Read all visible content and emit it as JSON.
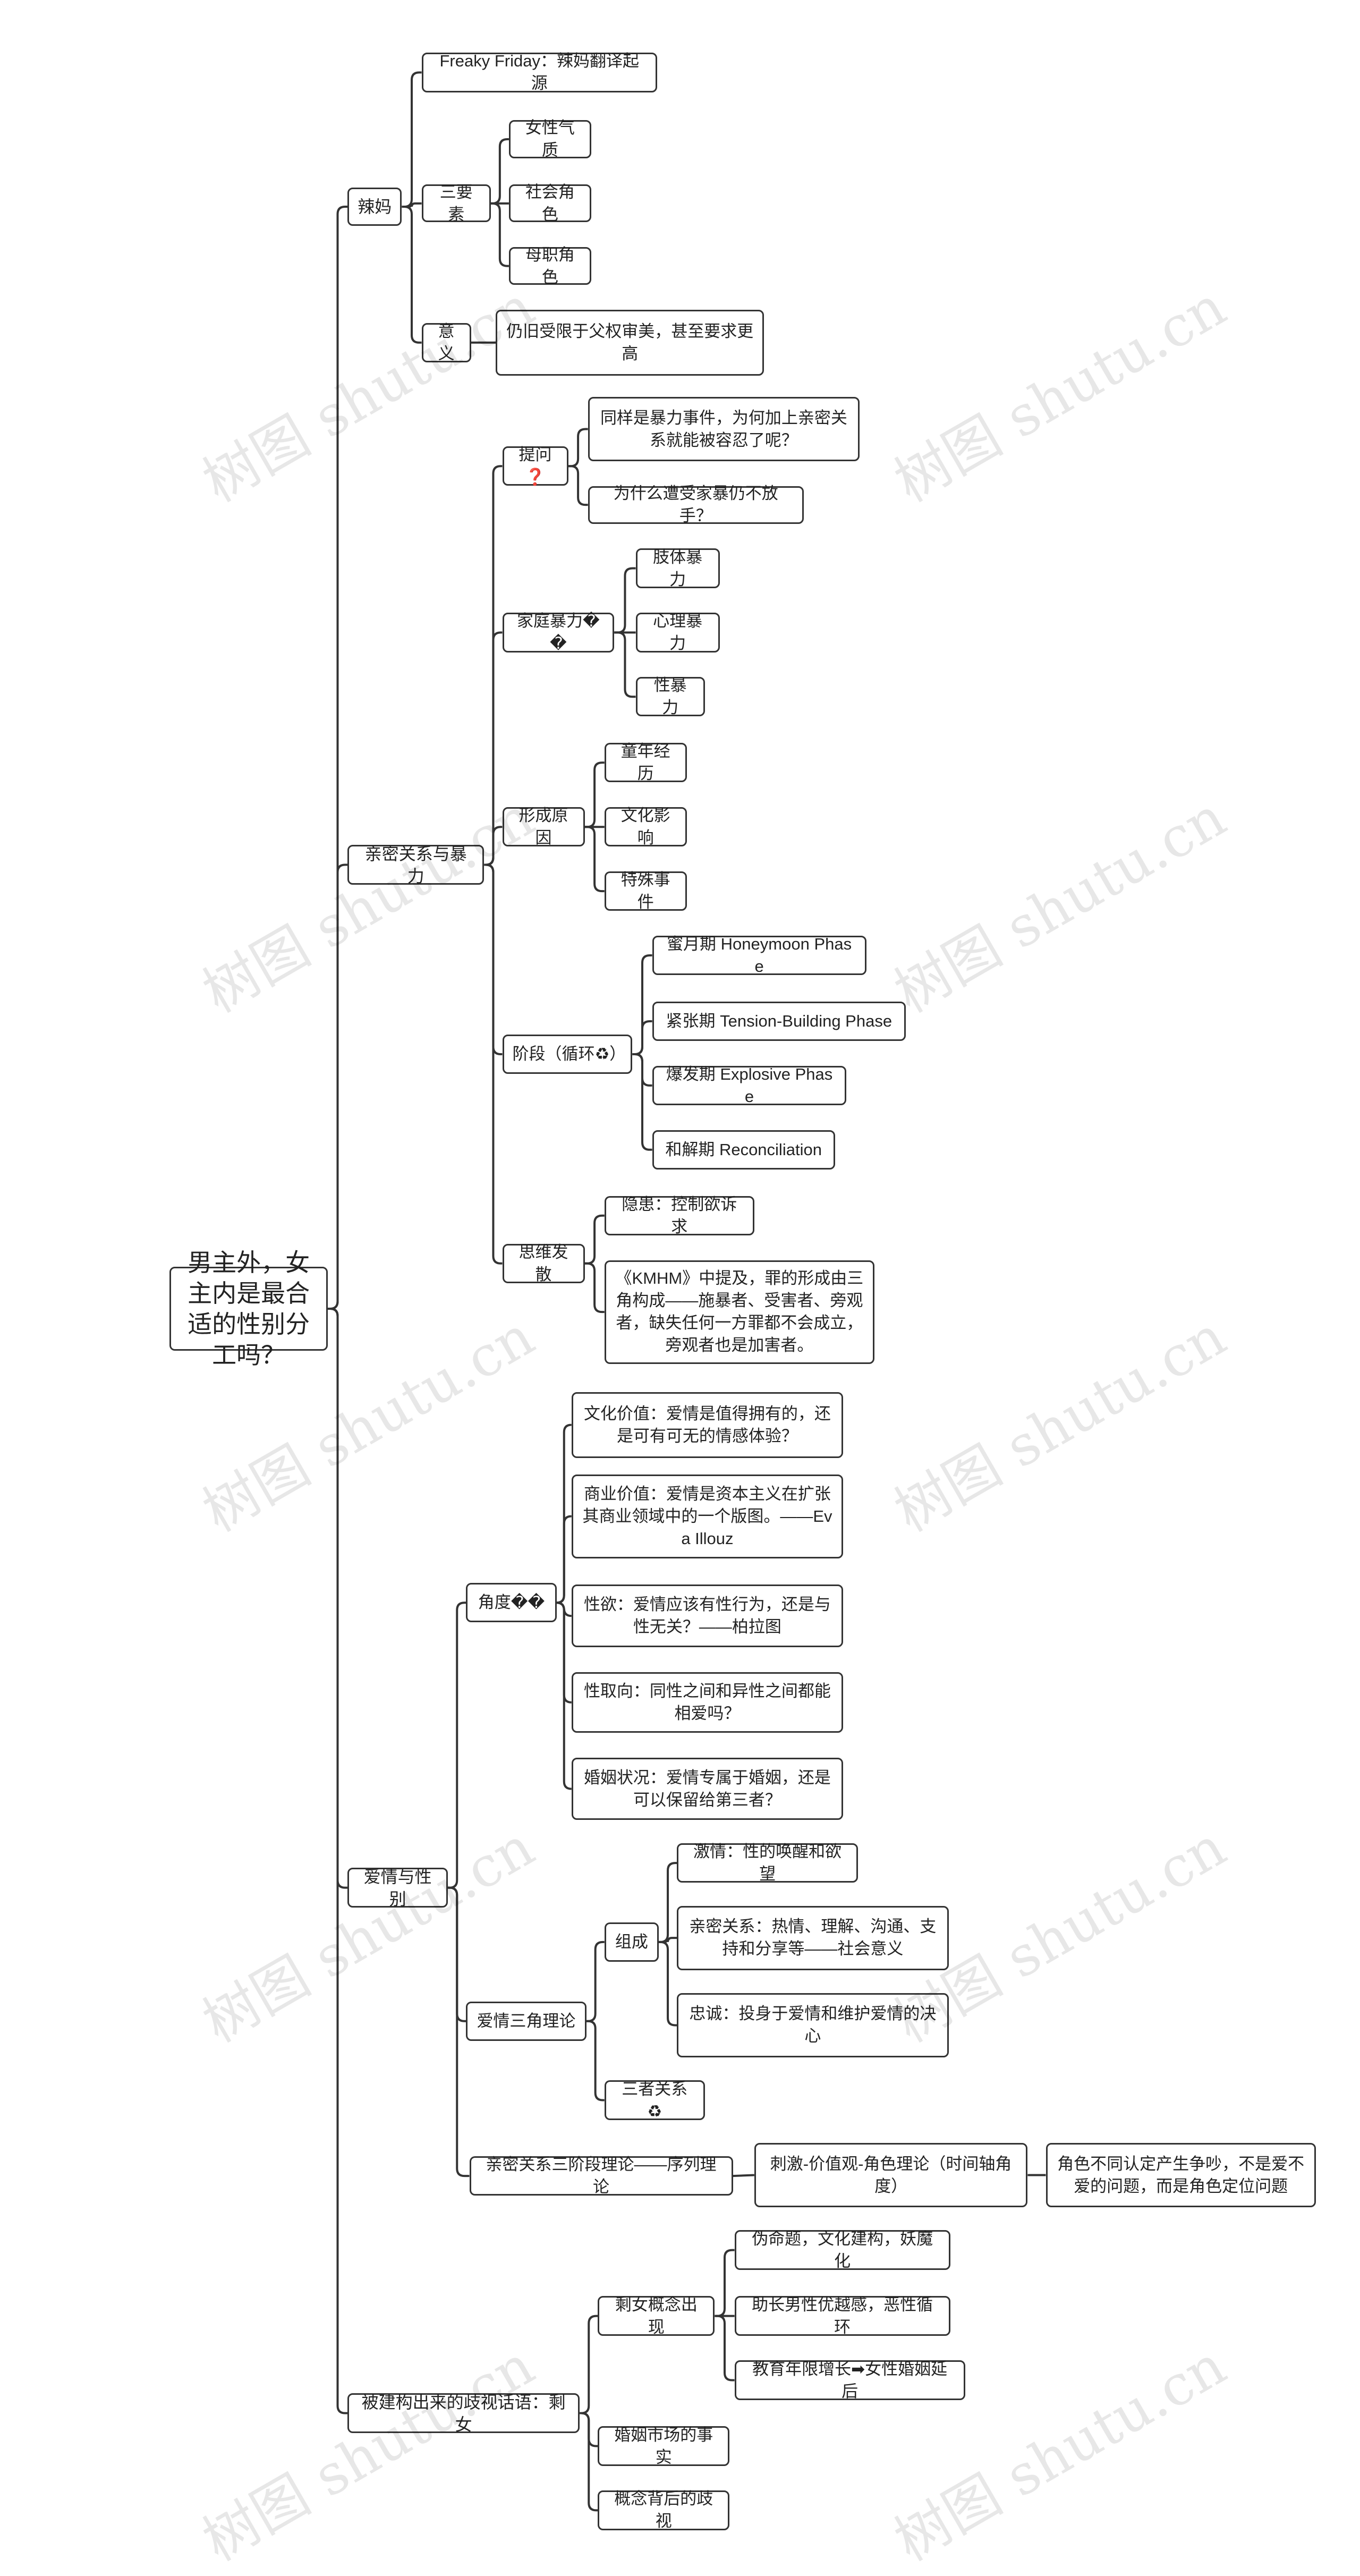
{
  "root": "男主外，女主内是最合适的性别分工吗？",
  "branches": [
    {
      "label": "辣妈",
      "children": [
        {
          "label": "Freaky Friday：辣妈翻译起源"
        },
        {
          "label": "三要素",
          "children": [
            {
              "label": "女性气质"
            },
            {
              "label": "社会角色"
            },
            {
              "label": "母职角色"
            }
          ]
        },
        {
          "label": "意义",
          "children": [
            {
              "label": "仍旧受限于父权审美，甚至要求更高"
            }
          ]
        }
      ]
    },
    {
      "label": "亲密关系与暴力",
      "children": [
        {
          "label": "提问❓",
          "children": [
            {
              "label": "同样是暴力事件，为何加上亲密关系就能被容忍了呢？"
            },
            {
              "label": "为什么遭受家暴仍不放手？"
            }
          ]
        },
        {
          "label": "家庭暴力��",
          "children": [
            {
              "label": "肢体暴力"
            },
            {
              "label": "心理暴力"
            },
            {
              "label": "性暴力"
            }
          ]
        },
        {
          "label": "形成原因",
          "children": [
            {
              "label": "童年经历"
            },
            {
              "label": "文化影响"
            },
            {
              "label": "特殊事件"
            }
          ]
        },
        {
          "label": "阶段（循环♻）",
          "children": [
            {
              "label": "蜜月期 Honeymoon Phase"
            },
            {
              "label": "紧张期 Tension-Building Phase"
            },
            {
              "label": "爆发期 Explosive Phase"
            },
            {
              "label": "和解期 Reconciliation"
            }
          ]
        },
        {
          "label": "思维发散",
          "children": [
            {
              "label": "隐患：控制欲诉求"
            },
            {
              "label": "《KMHM》中提及，罪的形成由三角构成——施暴者、受害者、旁观者，缺失任何一方罪都不会成立，旁观者也是加害者。"
            }
          ]
        }
      ]
    },
    {
      "label": "爱情与性别",
      "children": [
        {
          "label": "角度��",
          "children": [
            {
              "label": "文化价值：爱情是值得拥有的，还是可有可无的情感体验？"
            },
            {
              "label": "商业价值：爱情是资本主义在扩张其商业领域中的一个版图。——Eva Illouz"
            },
            {
              "label": "性欲：爱情应该有性行为，还是与性无关？——柏拉图"
            },
            {
              "label": "性取向：同性之间和异性之间都能相爱吗？"
            },
            {
              "label": "婚姻状况：爱情专属于婚姻，还是可以保留给第三者？"
            }
          ]
        },
        {
          "label": "爱情三角理论",
          "children": [
            {
              "label": "组成",
              "children": [
                {
                  "label": "激情：性的唤醒和欲望"
                },
                {
                  "label": "亲密关系：热情、理解、沟通、支持和分享等——社会意义"
                },
                {
                  "label": "忠诚：投身于爱情和维护爱情的决心"
                }
              ]
            },
            {
              "label": "三者关系♻"
            }
          ]
        },
        {
          "label": "亲密关系三阶段理论——序列理论",
          "children": [
            {
              "label": "刺激-价值观-角色理论（时间轴角度）",
              "children": [
                {
                  "label": "角色不同认定产生争吵，不是爱不爱的问题，而是角色定位问题"
                }
              ]
            }
          ]
        }
      ]
    },
    {
      "label": "被建构出来的歧视话语：剩女",
      "children": [
        {
          "label": "剩女概念出现",
          "children": [
            {
              "label": "伪命题，文化建构，妖魔化"
            },
            {
              "label": "助长男性优越感，恶性循环"
            },
            {
              "label": "教育年限增长➡女性婚姻延后"
            }
          ]
        },
        {
          "label": "婚姻市场的事实"
        },
        {
          "label": "概念背后的歧视"
        }
      ]
    }
  ],
  "watermark": "树图 shutu.cn"
}
